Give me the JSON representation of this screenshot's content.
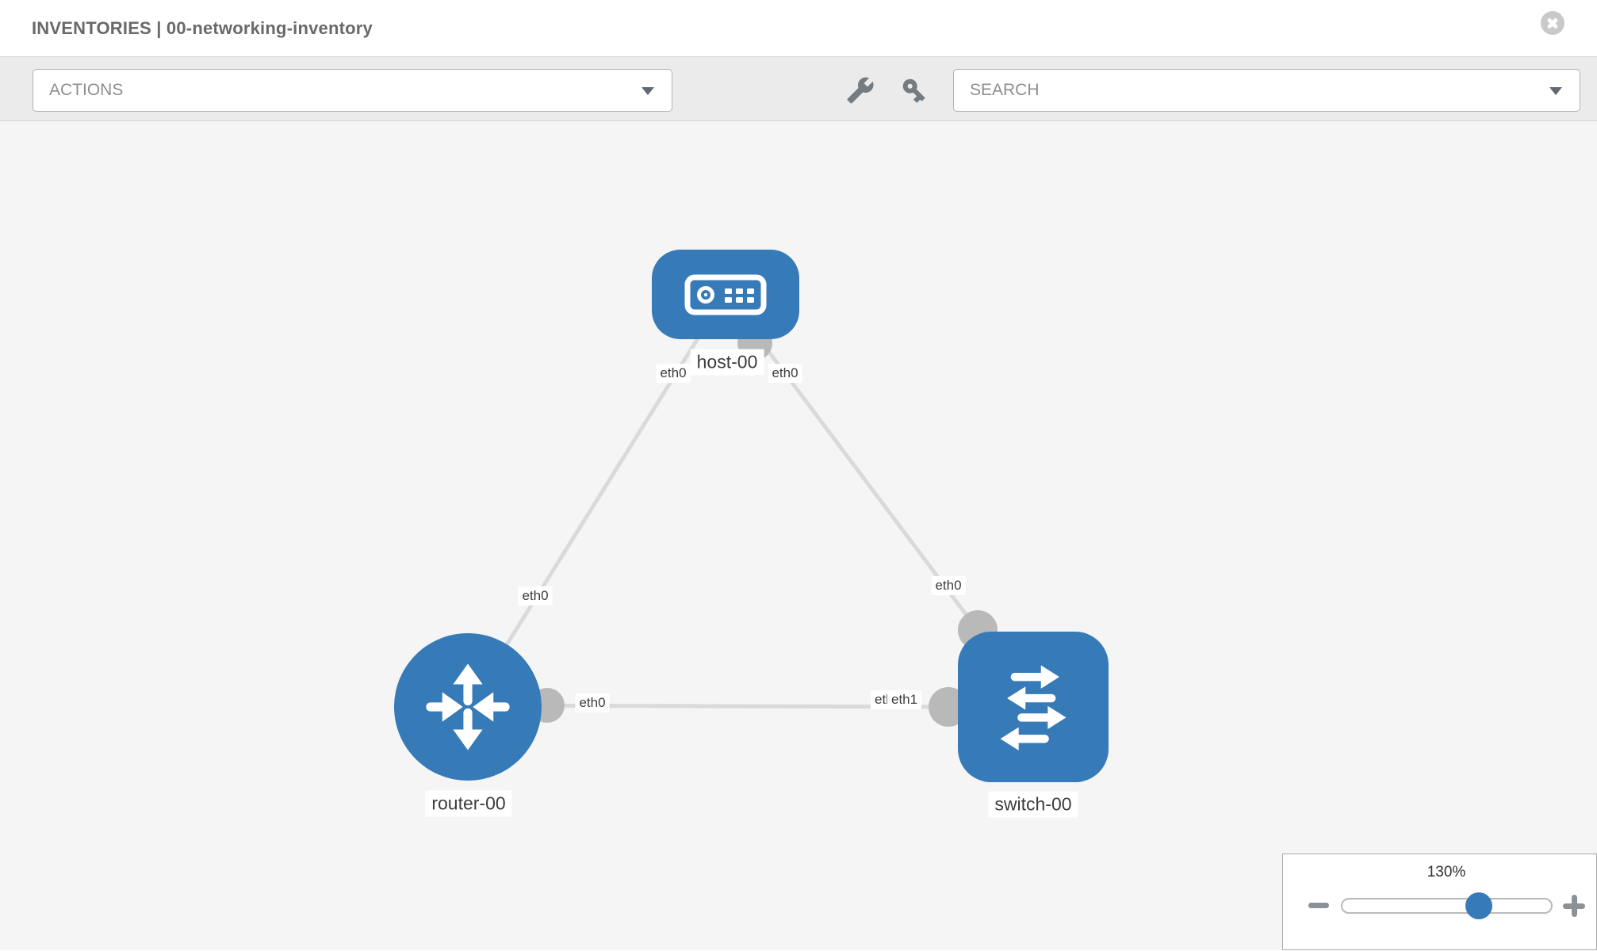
{
  "header": {
    "title": "INVENTORIES | 00-networking-inventory",
    "close_icon": "x-circle"
  },
  "toolbar": {
    "actions_label": "ACTIONS",
    "search_label": "SEARCH",
    "wrench_icon": "wrench",
    "key_icon": "key"
  },
  "diagram": {
    "nodes": [
      {
        "name": "host-00",
        "type": "host",
        "icon": "server"
      },
      {
        "name": "router-00",
        "type": "router",
        "icon": "router-arrows"
      },
      {
        "name": "switch-00",
        "type": "switch",
        "icon": "switch-arrows"
      }
    ],
    "links": [
      {
        "from": "host-00",
        "to": "router-00"
      },
      {
        "from": "host-00",
        "to": "switch-00"
      },
      {
        "from": "router-00",
        "to": "switch-00"
      }
    ],
    "interface_labels": {
      "host_left": "eth0",
      "host_right": "eth0",
      "host_router_mid": "eth0",
      "host_switch_mid": "eth0",
      "router_right": "eth0",
      "switch_left_under": "eth0",
      "switch_left_over": "eth1"
    },
    "colors": {
      "node_blue": "#377ab8",
      "link_gray": "#dadada",
      "interface_gray": "#b9b9b9",
      "canvas_bg": "#f5f5f5"
    }
  },
  "zoom_control": {
    "level": "130%",
    "minus": "minus",
    "plus": "plus"
  }
}
